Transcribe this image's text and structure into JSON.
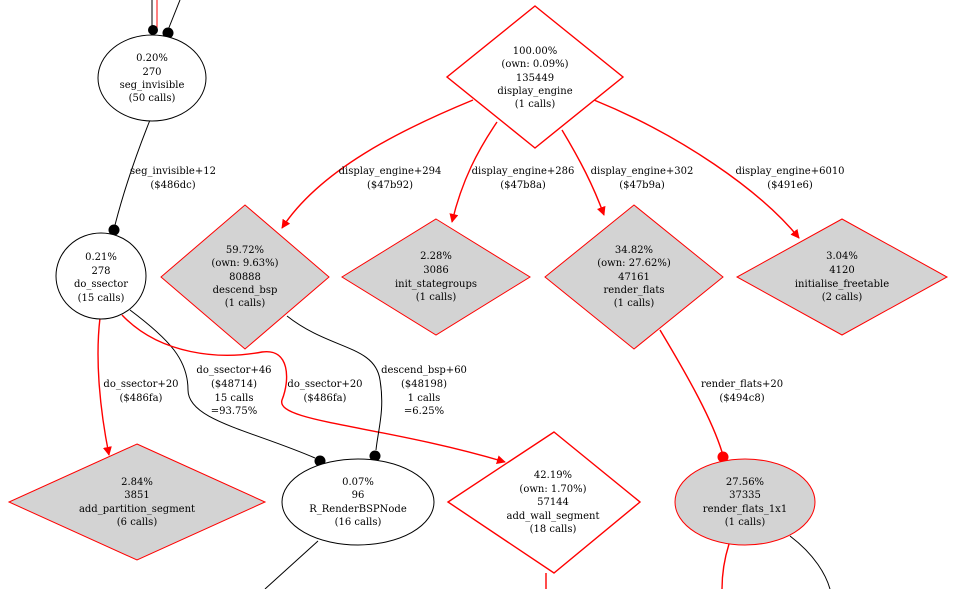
{
  "colors": {
    "hot_edge": "#ff0000",
    "hot_node_fill": "#d3d3d3",
    "normal_edge": "#000000",
    "background": "#ffffff"
  },
  "nodes": {
    "seg_invisible": {
      "lines": [
        "0.20%",
        "270",
        "seg_invisible",
        "(50 calls)"
      ]
    },
    "display_engine": {
      "lines": [
        "100.00%",
        "(own: 0.09%)",
        "135449",
        "display_engine",
        "(1 calls)"
      ]
    },
    "do_ssector": {
      "lines": [
        "0.21%",
        "278",
        "do_ssector",
        "(15 calls)"
      ]
    },
    "descend_bsp": {
      "lines": [
        "59.72%",
        "(own: 9.63%)",
        "80888",
        "descend_bsp",
        "(1 calls)"
      ]
    },
    "init_stategroups": {
      "lines": [
        "2.28%",
        "3086",
        "init_stategroups",
        "(1 calls)"
      ]
    },
    "render_flats": {
      "lines": [
        "34.82%",
        "(own: 27.62%)",
        "47161",
        "render_flats",
        "(1 calls)"
      ]
    },
    "initialise_freetable": {
      "lines": [
        "3.04%",
        "4120",
        "initialise_freetable",
        "(2 calls)"
      ]
    },
    "add_partition_segment": {
      "lines": [
        "2.84%",
        "3851",
        "add_partition_segment",
        "(6 calls)"
      ]
    },
    "r_renderbspnode": {
      "lines": [
        "0.07%",
        "96",
        "R_RenderBSPNode",
        "(16 calls)"
      ]
    },
    "add_wall_segment": {
      "lines": [
        "42.19%",
        "(own: 1.70%)",
        "57144",
        "add_wall_segment",
        "(18 calls)"
      ]
    },
    "render_flats_1x1": {
      "lines": [
        "27.56%",
        "37335",
        "render_flats_1x1",
        "(1 calls)"
      ]
    }
  },
  "edges": {
    "seg_invisible_to_do_ssector": [
      "seg_invisible+12",
      "($486dc)"
    ],
    "display_engine_to_descend_bsp": [
      "display_engine+294",
      "($47b92)"
    ],
    "display_engine_to_init_stategroups": [
      "display_engine+286",
      "($47b8a)"
    ],
    "display_engine_to_render_flats": [
      "display_engine+302",
      "($47b9a)"
    ],
    "display_engine_to_initialise_freetable": [
      "display_engine+6010",
      "($491e6)"
    ],
    "do_ssector_to_add_partition_segment": [
      "do_ssector+20",
      "($486fa)"
    ],
    "do_ssector_to_r_renderbspnode": [
      "do_ssector+46",
      "($48714)",
      "15 calls",
      "=93.75%"
    ],
    "do_ssector_to_add_wall_segment": [
      "do_ssector+20",
      "($486fa)"
    ],
    "descend_bsp_to_r_renderbspnode": [
      "descend_bsp+60",
      "($48198)",
      "1 calls",
      "=6.25%"
    ],
    "render_flats_to_render_flats_1x1": [
      "render_flats+20",
      "($494c8)"
    ]
  }
}
